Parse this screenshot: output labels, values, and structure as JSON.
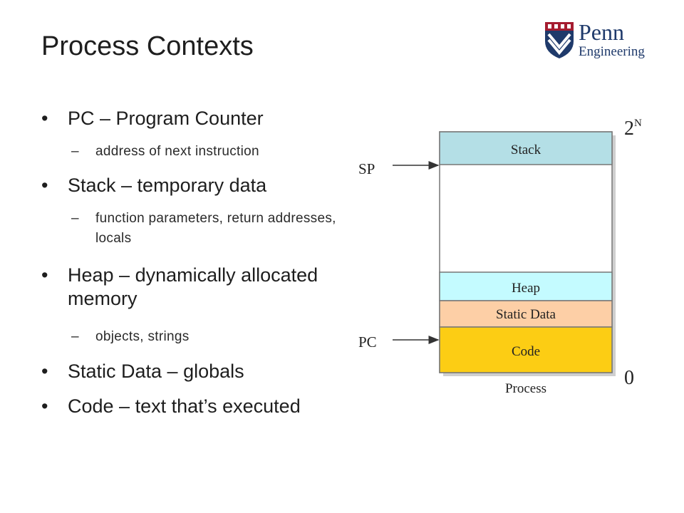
{
  "slide": {
    "title": "Process Contexts",
    "logo": {
      "line1": "Penn",
      "line2": "Engineering"
    },
    "bullets": [
      {
        "text": "PC – Program Counter",
        "sub": [
          "address of next instruction"
        ]
      },
      {
        "text": "Stack – temporary data",
        "sub": [
          "function parameters, return addresses, locals"
        ]
      },
      {
        "text": "Heap – dynamically allocated memory",
        "sub": [
          "objects, strings"
        ]
      },
      {
        "text": "Static Data – globals",
        "sub": []
      },
      {
        "text": "Code – text that’s executed",
        "sub": []
      }
    ]
  },
  "diagram": {
    "top_label": "2",
    "top_label_exp": "N",
    "bottom_label": "0",
    "caption": "Process",
    "sp_label": "SP",
    "pc_label": "PC",
    "segments": {
      "stack": {
        "label": "Stack",
        "color": "#b4dfe6"
      },
      "heap": {
        "label": "Heap",
        "color": "#c4fbff"
      },
      "static": {
        "label": "Static Data",
        "color": "#fdcfa6"
      },
      "code": {
        "label": "Code",
        "color": "#fccd14"
      }
    }
  }
}
